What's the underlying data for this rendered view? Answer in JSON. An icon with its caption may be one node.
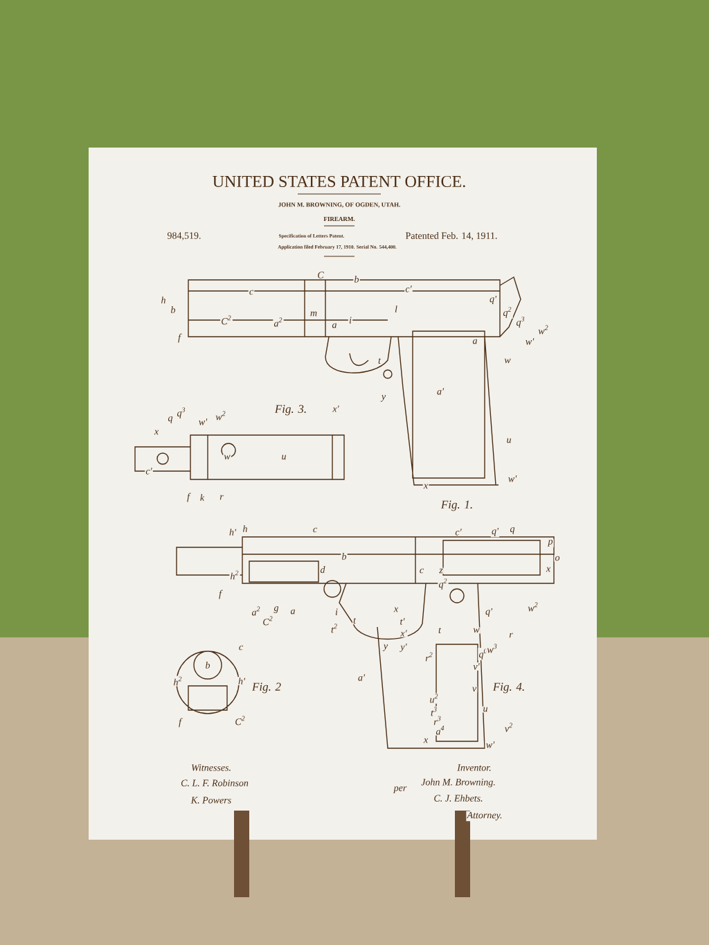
{
  "diagram": {
    "title": "UNITED STATES PATENT OFFICE.",
    "labels": [
      "JOHN M. BROWNING, OF OGDEN, UTAH.",
      "FIREARM.",
      "984,519.",
      "Specification of Letters Patent.",
      "Patented Feb. 14, 1911.",
      "Application filed February 17, 1910. Serial No. 544,400.",
      "C",
      "b",
      "c",
      "c'",
      "h",
      "q'",
      "b",
      "l",
      "q$^{2}$",
      "m",
      "C$^{2}$",
      "a$^{2}$",
      "i",
      "a",
      "q$^{3}$",
      "w$^{2}$",
      "f",
      "a",
      "w'",
      "t",
      "w",
      "a'",
      "y",
      "u",
      "w'",
      "x",
      "Fig. 1.",
      "q",
      "q$^{3}$",
      "w'",
      "w$^{2}$",
      "Fig. 3.",
      "x'",
      "x",
      "w",
      "u",
      "c'",
      "f",
      "k",
      "r",
      "h'",
      "h",
      "c",
      "c'",
      "q'",
      "q",
      "p",
      "o",
      "x",
      "b",
      "h$^{2}$",
      "c",
      "z",
      "f",
      "d",
      "q$^{2}$",
      "x",
      "a$^{2}$",
      "g",
      "a",
      "C$^{2}$",
      "i",
      "w$^{2}$",
      "q'",
      "t$^{2}$",
      "t",
      "t'",
      "x'",
      "t",
      "w",
      "r",
      "y",
      "y'",
      "r$^{2}$",
      "q$^{0}$",
      "w$^{3}$",
      "v'",
      "a'",
      "v",
      "Fig. 4.",
      "u$^{2}$",
      "u",
      "t$^{3}$",
      "r$^{3}$",
      "a$^{4}$",
      "v$^{2}$",
      "x",
      "w'",
      "c",
      "b",
      "h$^{2}$",
      "h'",
      "Fig. 2",
      "f",
      "C$^{2}$",
      "Witnesses.",
      "C. L. F. Robinson",
      "K. Powers",
      "Inventor.",
      "John M. Browning.",
      "per",
      "C. J. Ehbets.",
      "Attorney."
    ]
  }
}
